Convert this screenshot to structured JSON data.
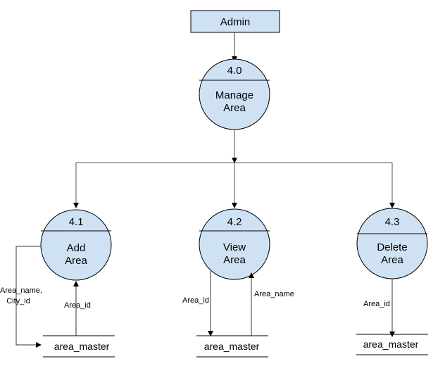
{
  "entity": {
    "label": "Admin"
  },
  "main_process": {
    "id": "4.0",
    "line1": "Manage",
    "line2": "Area"
  },
  "sub_processes": [
    {
      "id": "4.1",
      "line1": "Add",
      "line2": "Area"
    },
    {
      "id": "4.2",
      "line1": "View",
      "line2": "Area"
    },
    {
      "id": "4.3",
      "line1": "Delete",
      "line2": "Area"
    }
  ],
  "data_stores": [
    {
      "label": "area_master"
    },
    {
      "label": "area_master"
    },
    {
      "label": "area_master"
    }
  ],
  "flows": {
    "add_in_line1": "Area_name,",
    "add_in_line2": "City_id",
    "add_id": "Area_id",
    "view_id": "Area_id",
    "view_name": "Area_name",
    "delete_id": "Area_id"
  },
  "colors": {
    "fill": "#cfe2f3",
    "stroke": "#000000",
    "line": "#555555"
  }
}
